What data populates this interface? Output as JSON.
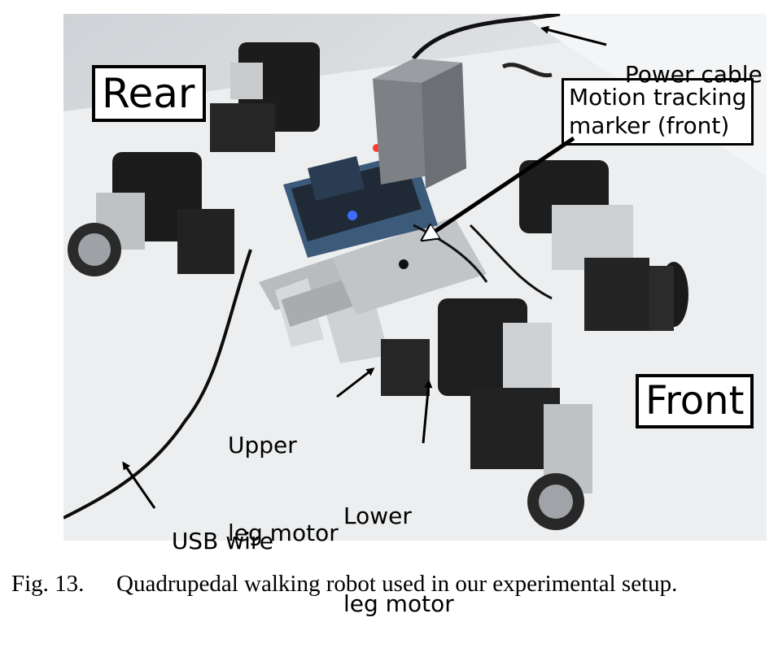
{
  "figure": {
    "labels": {
      "rear": "Rear",
      "front": "Front",
      "power_cable": "Power cable",
      "motion_marker_line1": "Motion tracking",
      "motion_marker_line2": "marker (front)",
      "upper_leg_line1": "Upper",
      "upper_leg_line2": "leg motor",
      "lower_leg_line1": "Lower",
      "lower_leg_line2": "leg motor",
      "usb_wire": "USB wire"
    },
    "caption_number": "Fig. 13.",
    "caption_text": "Quadrupedal walking robot used in our experimental setup."
  }
}
